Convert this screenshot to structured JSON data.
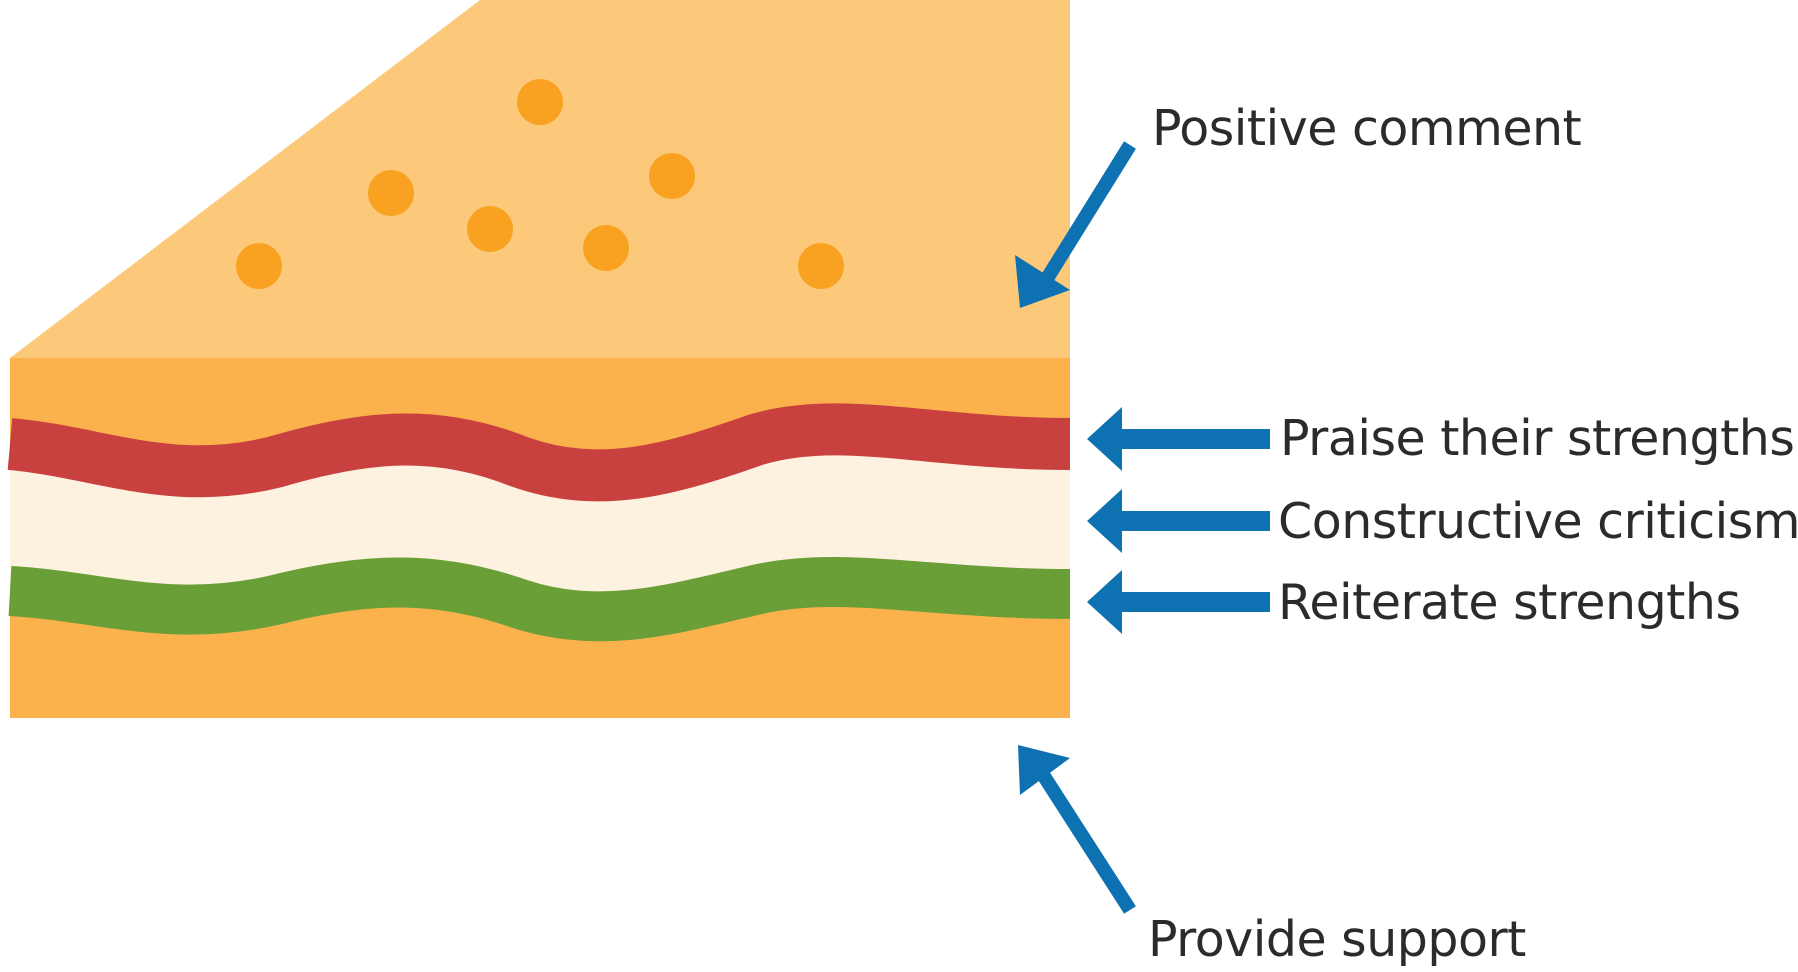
{
  "colors": {
    "bread_top": "#fcc97a",
    "bread_body": "#fbb14c",
    "seed": "#f9a222",
    "tomato": "#c9413f",
    "cream": "#fdf1e0",
    "lettuce": "#6a9f38",
    "arrow": "#0e71b1",
    "text": "#2b2b2b"
  },
  "labels": {
    "top": "Positive comment",
    "praise": "Praise their strengths",
    "criticism": "Constructive criticism",
    "reiterate": "Reiterate strengths",
    "bottom": "Provide support"
  }
}
